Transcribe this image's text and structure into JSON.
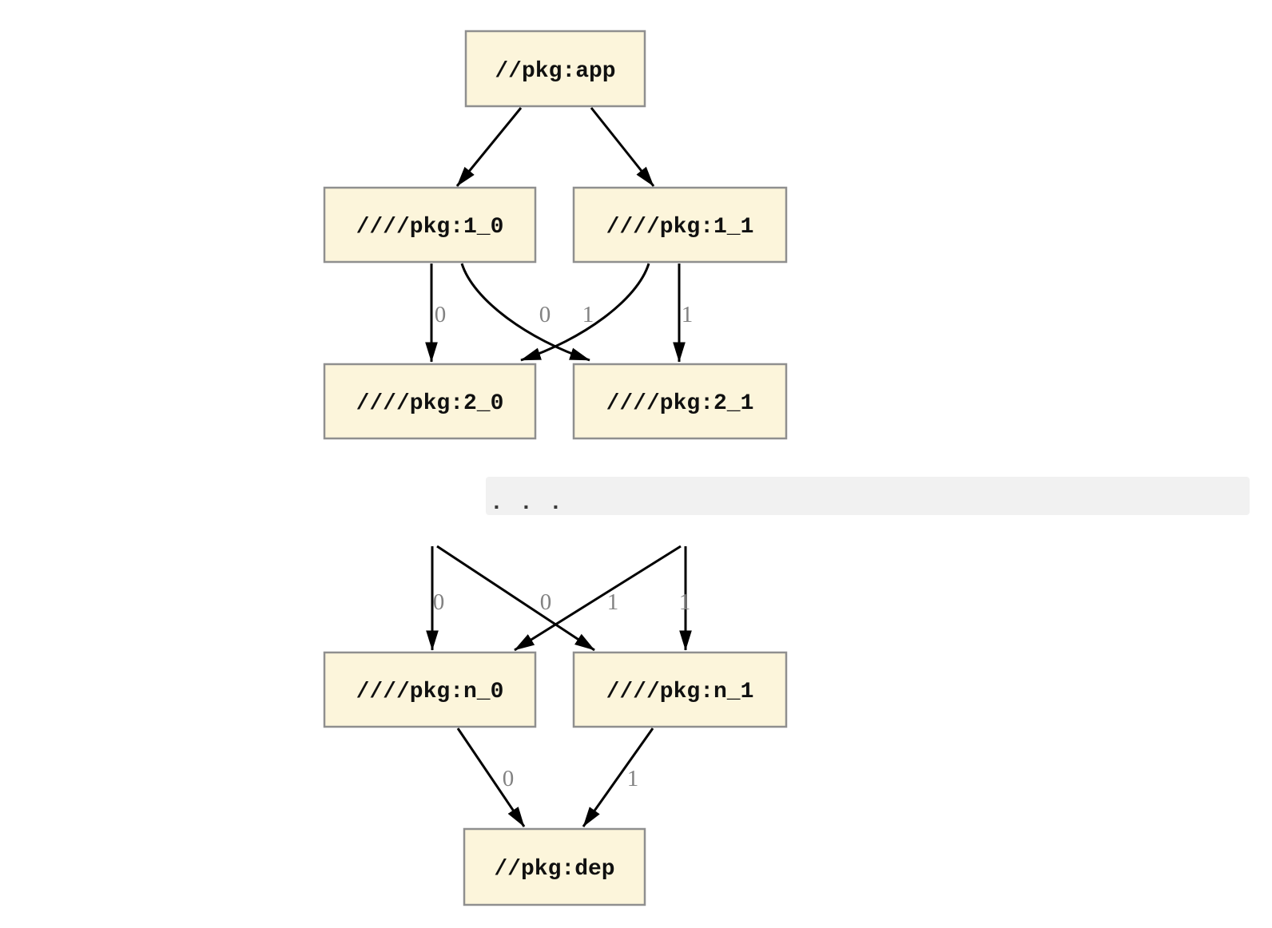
{
  "diagram": {
    "background": "#ffffff",
    "node_fill": "#fcf5db",
    "node_border": "#8f8f8f",
    "edge_color": "#000000",
    "edge_label_color": "#828282",
    "band_fill": "#f1f1f1",
    "nodes": [
      {
        "id": "app",
        "label": "//pkg:app"
      },
      {
        "id": "1_0",
        "label": "////pkg:1_0"
      },
      {
        "id": "1_1",
        "label": "////pkg:1_1"
      },
      {
        "id": "2_0",
        "label": "////pkg:2_0"
      },
      {
        "id": "2_1",
        "label": "////pkg:2_1"
      },
      {
        "id": "n_0",
        "label": "////pkg:n_0"
      },
      {
        "id": "n_1",
        "label": "////pkg:n_1"
      },
      {
        "id": "dep",
        "label": "//pkg:dep"
      }
    ],
    "ellipsis": ". . .",
    "edges": [
      {
        "from": "//pkg:app",
        "to": "////pkg:1_0",
        "label": ""
      },
      {
        "from": "//pkg:app",
        "to": "////pkg:1_1",
        "label": ""
      },
      {
        "from": "////pkg:1_0",
        "to": "////pkg:2_0",
        "label": "0"
      },
      {
        "from": "////pkg:1_1",
        "to": "////pkg:2_0",
        "label": "0"
      },
      {
        "from": "////pkg:1_0",
        "to": "////pkg:2_1",
        "label": "1"
      },
      {
        "from": "////pkg:1_1",
        "to": "////pkg:2_1",
        "label": "1"
      },
      {
        "from": "...",
        "to": "////pkg:n_0",
        "label": "0"
      },
      {
        "from": "...",
        "to": "////pkg:n_0",
        "label": "0"
      },
      {
        "from": "...",
        "to": "////pkg:n_1",
        "label": "1"
      },
      {
        "from": "...",
        "to": "////pkg:n_1",
        "label": "1"
      },
      {
        "from": "////pkg:n_0",
        "to": "//pkg:dep",
        "label": "0"
      },
      {
        "from": "////pkg:n_1",
        "to": "//pkg:dep",
        "label": "1"
      }
    ]
  }
}
